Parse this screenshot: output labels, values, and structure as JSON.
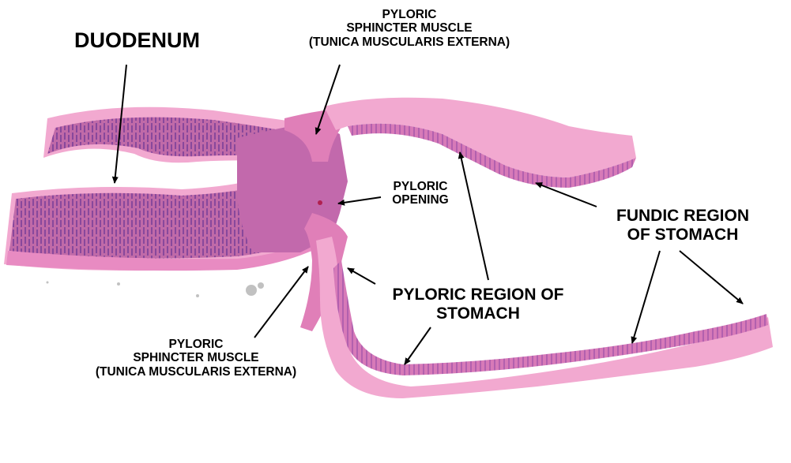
{
  "labels": {
    "duodenum": "DUODENUM",
    "sphincter_top": [
      "PYLORIC",
      "SPHINCTER MUSCLE",
      "(TUNICA MUSCULARIS EXTERNA)"
    ],
    "pyloric_opening": [
      "PYLORIC",
      "OPENING"
    ],
    "fundic_region": [
      "FUNDIC REGION",
      "OF STOMACH"
    ],
    "pyloric_region": [
      "PYLORIC REGION OF",
      "STOMACH"
    ],
    "sphincter_bottom": [
      "PYLORIC",
      "SPHINCTER MUSCLE",
      "(TUNICA MUSCULARIS EXTERNA)"
    ]
  },
  "colors": {
    "tissue_light": "#f2a9d0",
    "tissue_mid": "#e57fb8",
    "tissue_dark": "#b8509c",
    "mucosa_purple": "#9a4fa8",
    "villi": "#7a3f9a",
    "arrow": "#000000"
  }
}
